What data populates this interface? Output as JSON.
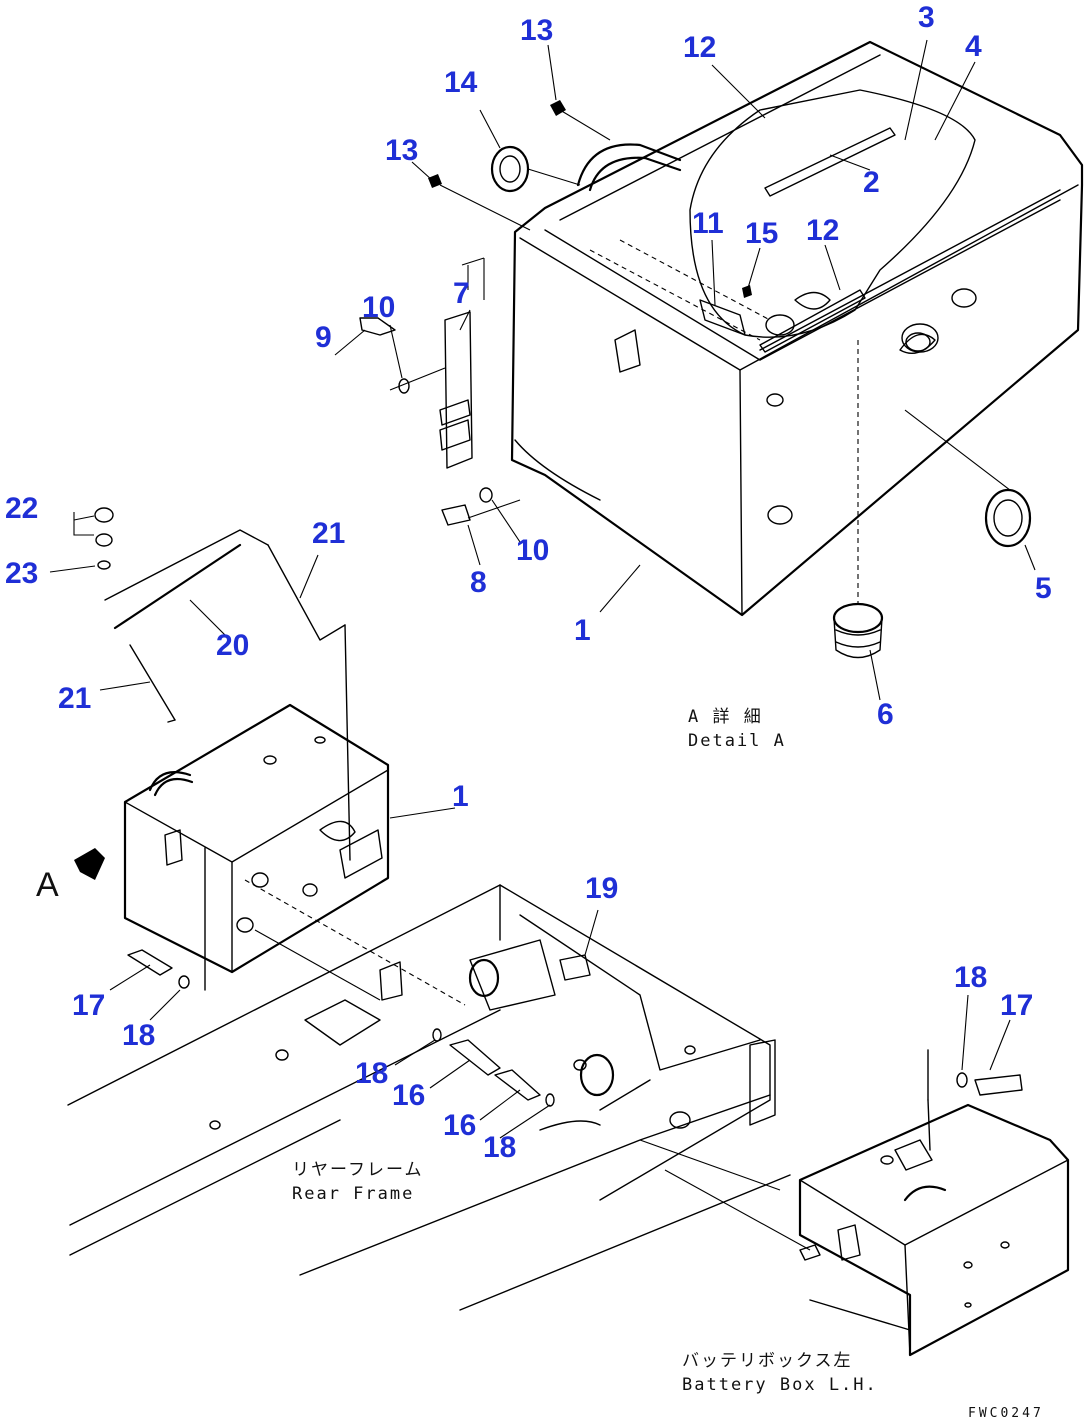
{
  "detail_caption": {
    "jp": "A 詳 細",
    "en": "Detail A"
  },
  "frame_caption": {
    "jp": "リヤーフレーム",
    "en": "Rear Frame"
  },
  "battery_caption": {
    "jp": "バッテリボックス左",
    "en": "Battery Box L.H."
  },
  "view_marker": "A",
  "drawing_code": "FWC0247",
  "callouts": [
    {
      "id": "c1a",
      "text": "1"
    },
    {
      "id": "c2",
      "text": "2"
    },
    {
      "id": "c3",
      "text": "3"
    },
    {
      "id": "c4",
      "text": "4"
    },
    {
      "id": "c5",
      "text": "5"
    },
    {
      "id": "c6",
      "text": "6"
    },
    {
      "id": "c7",
      "text": "7"
    },
    {
      "id": "c8",
      "text": "8"
    },
    {
      "id": "c9",
      "text": "9"
    },
    {
      "id": "c10a",
      "text": "10"
    },
    {
      "id": "c10b",
      "text": "10"
    },
    {
      "id": "c11",
      "text": "11"
    },
    {
      "id": "c12a",
      "text": "12"
    },
    {
      "id": "c12b",
      "text": "12"
    },
    {
      "id": "c13a",
      "text": "13"
    },
    {
      "id": "c13b",
      "text": "13"
    },
    {
      "id": "c14",
      "text": "14"
    },
    {
      "id": "c15",
      "text": "15"
    },
    {
      "id": "c1b",
      "text": "1"
    },
    {
      "id": "c16a",
      "text": "16"
    },
    {
      "id": "c16b",
      "text": "16"
    },
    {
      "id": "c17a",
      "text": "17"
    },
    {
      "id": "c17b",
      "text": "17"
    },
    {
      "id": "c18a",
      "text": "18"
    },
    {
      "id": "c18b",
      "text": "18"
    },
    {
      "id": "c18c",
      "text": "18"
    },
    {
      "id": "c18d",
      "text": "18"
    },
    {
      "id": "c19",
      "text": "19"
    },
    {
      "id": "c20",
      "text": "20"
    },
    {
      "id": "c21a",
      "text": "21"
    },
    {
      "id": "c21b",
      "text": "21"
    },
    {
      "id": "c22",
      "text": "22"
    },
    {
      "id": "c23",
      "text": "23"
    }
  ]
}
